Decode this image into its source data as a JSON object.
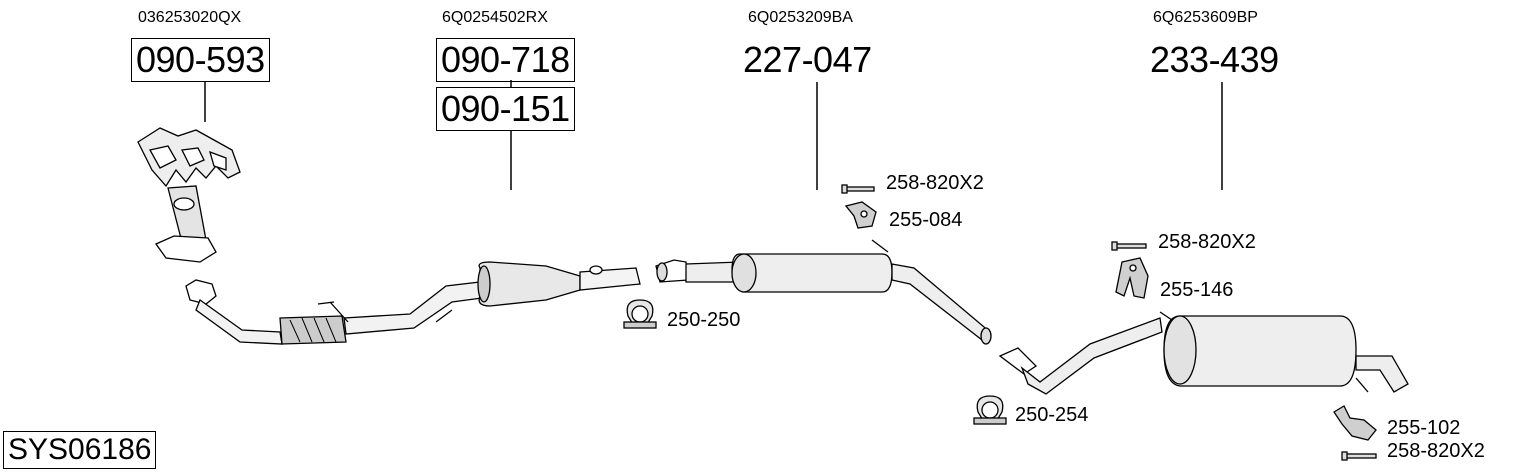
{
  "oem_numbers": [
    "036253020QX",
    "6Q0254502RX",
    "6Q0253209BA",
    "6Q6253609BP"
  ],
  "part_codes": [
    "090-593",
    "090-718",
    "090-151",
    "227-047",
    "233-439"
  ],
  "accessories": [
    "258-820X2",
    "255-084",
    "250-250",
    "258-820X2",
    "255-146",
    "250-254",
    "255-102",
    "258-820X2"
  ],
  "system_id": "SYS06186",
  "icons": [
    "exhaust-manifold-icon",
    "catalytic-converter-icon",
    "front-pipe-icon",
    "middle-silencer-icon",
    "rear-silencer-icon",
    "clamp-icon",
    "rubber-mount-icon",
    "bolt-icon",
    "bracket-icon"
  ]
}
